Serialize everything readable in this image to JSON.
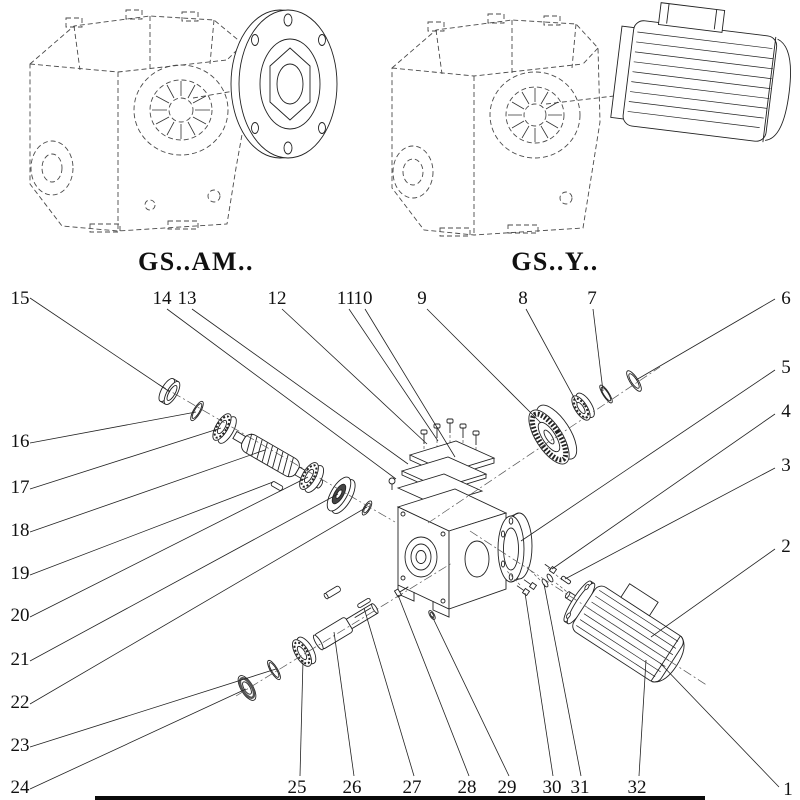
{
  "models": [
    {
      "label": "GS..AM.."
    },
    {
      "label": "GS..Y.."
    }
  ],
  "callouts": [
    "15",
    "14",
    "13",
    "12",
    "11",
    "10",
    "9",
    "8",
    "7",
    "6",
    "5",
    "4",
    "3",
    "2",
    "16",
    "17",
    "18",
    "19",
    "20",
    "21",
    "22",
    "23",
    "24",
    "25",
    "26",
    "27",
    "28",
    "29",
    "30",
    "31",
    "32",
    "1"
  ],
  "colors": {
    "line": "#222222",
    "dashed_line": "#4a4a4a",
    "background": "#ffffff"
  }
}
